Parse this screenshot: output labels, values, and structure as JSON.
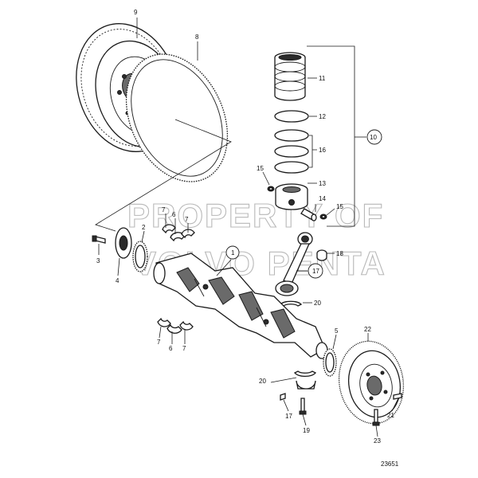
{
  "watermark": {
    "line1": "PROPERTY OF",
    "line2": "VOLVO PENTA"
  },
  "drawing_number": "23651",
  "callouts": {
    "c1": "1",
    "c2": "2",
    "c3": "3",
    "c4": "4",
    "c5": "5",
    "c6a": "6",
    "c6b": "6",
    "c7a": "7",
    "c7b": "7",
    "c7c": "7",
    "c7d": "7",
    "c8": "8",
    "c9": "9",
    "c10": "10",
    "c11": "11",
    "c12": "12",
    "c13": "13",
    "c14": "14",
    "c15a": "15",
    "c15b": "15",
    "c16": "16",
    "c17a": "17",
    "c17b": "17",
    "c18": "18",
    "c19": "19",
    "c20a": "20",
    "c20b": "20",
    "c21": "21",
    "c22": "22",
    "c23": "23"
  }
}
